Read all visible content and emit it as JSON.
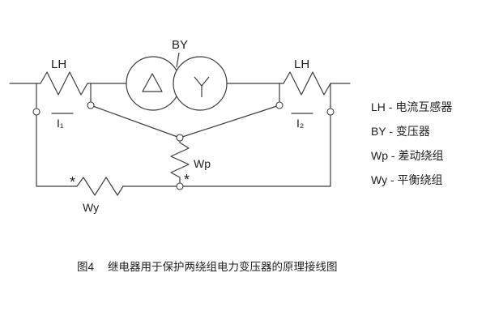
{
  "colors": {
    "line": "#3c3c3c",
    "text": "#1f1f1f",
    "background": "#ffffff"
  },
  "diagram": {
    "ct_left_label": "LH",
    "ct_right_label": "LH",
    "transformer_label": "BY",
    "current_left_label": "I₁",
    "current_right_label": "I₂",
    "differential_winding_label": "Wp",
    "balance_winding_label": "Wy",
    "polarity_mark_left": "*",
    "polarity_mark_right": "*"
  },
  "legend": {
    "items": [
      {
        "text": "LH - 电流互感器"
      },
      {
        "text": "BY - 变压器"
      },
      {
        "text": "Wp - 差动绕组"
      },
      {
        "text": "Wy - 平衡绕组"
      }
    ]
  },
  "caption": {
    "figure_label": "图4",
    "text": "继电器用于保护两绕组电力变压器的原理接线图"
  }
}
